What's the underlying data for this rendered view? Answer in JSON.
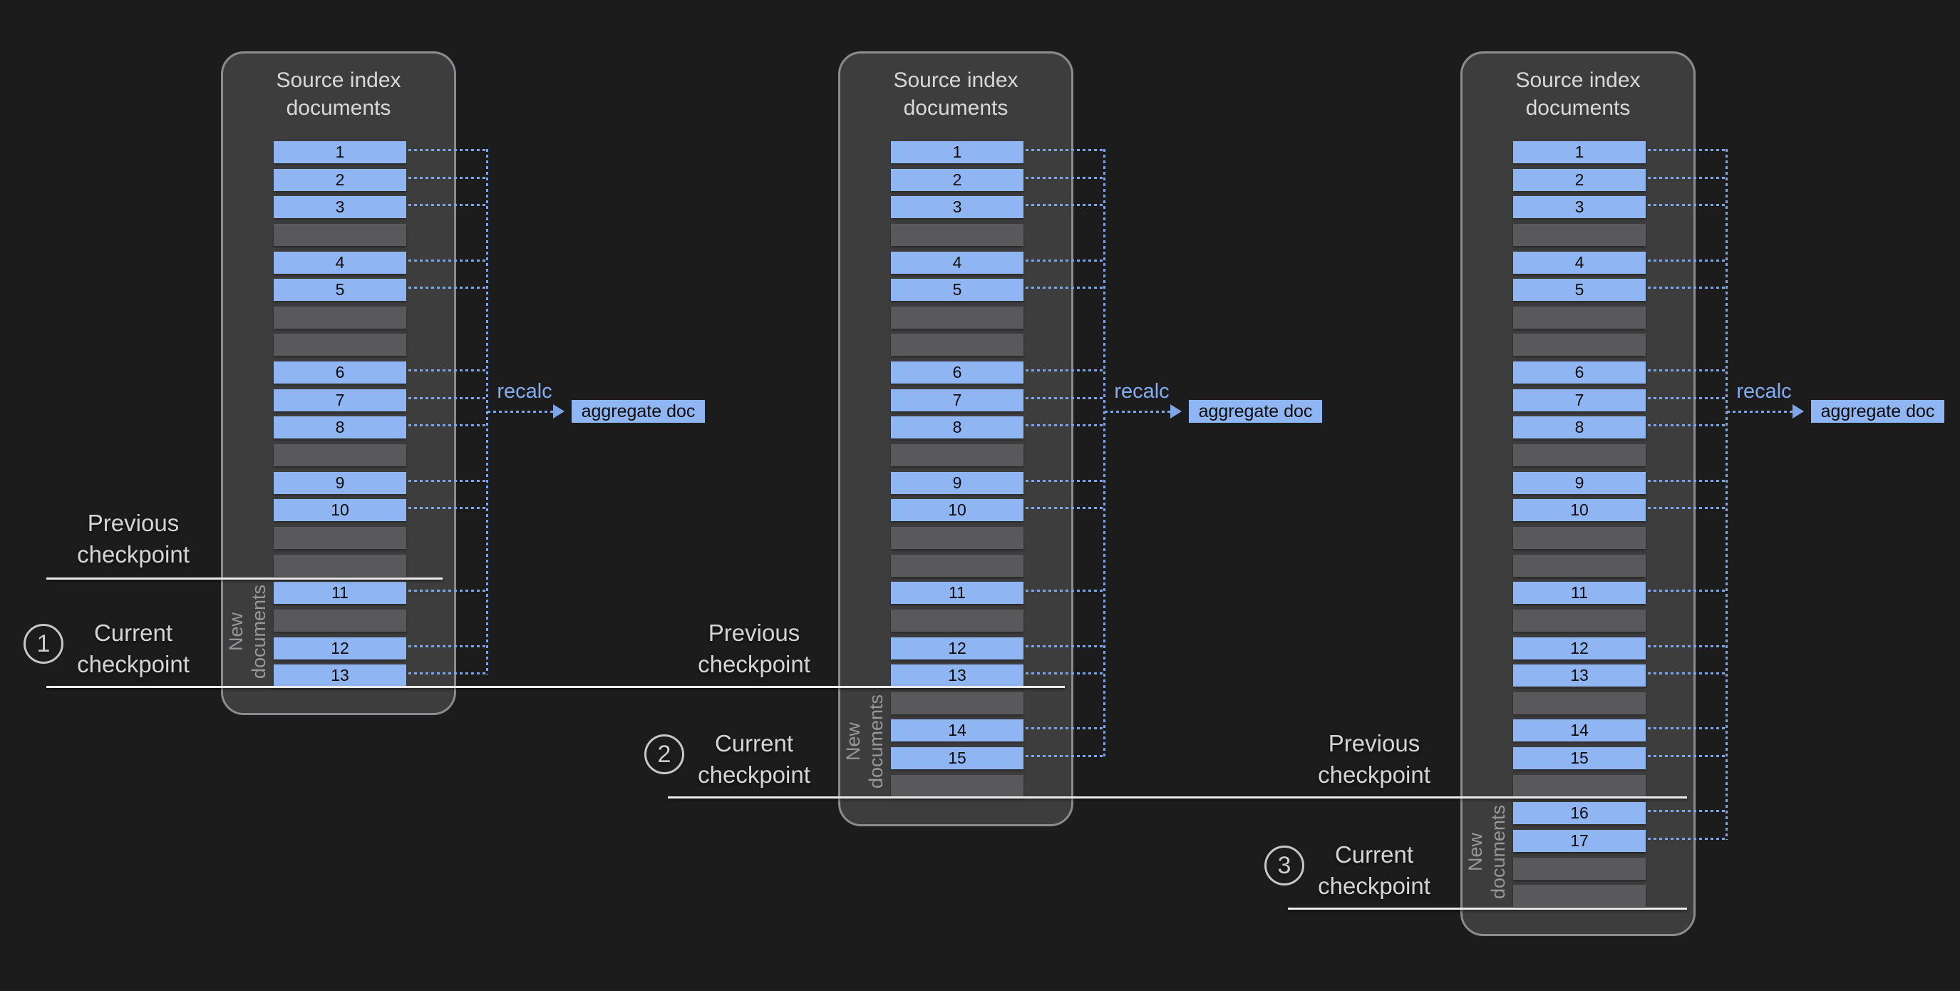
{
  "canvas": {
    "bg": "#1c1c1c"
  },
  "colors": {
    "panel_fill": "#3d3d3e",
    "panel_border": "#8b8b90",
    "doc_blue": "#8fb5f2",
    "doc_gray": "#59595b",
    "connector_blue": "#7ca6e8",
    "checkpoint_line": "#ebebeb",
    "label_text": "#d5d5d5",
    "title_text": "#d8d8d8",
    "new_docs_text": "#97989a",
    "recalc_text": "#84adf2",
    "doc_number_text": "#0b0b0b"
  },
  "panels": [
    {
      "title": [
        "Source index",
        "documents"
      ],
      "rows": [
        "1",
        "2",
        "3",
        null,
        "4",
        "5",
        null,
        null,
        "6",
        "7",
        "8",
        null,
        "9",
        "10",
        null,
        null,
        "11",
        null,
        "12",
        "13"
      ],
      "new_documents": [
        "New",
        "documents"
      ],
      "recalc": "recalc",
      "aggregate": "aggregate doc"
    },
    {
      "title": [
        "Source index",
        "documents"
      ],
      "rows": [
        "1",
        "2",
        "3",
        null,
        "4",
        "5",
        null,
        null,
        "6",
        "7",
        "8",
        null,
        "9",
        "10",
        null,
        null,
        "11",
        null,
        "12",
        "13",
        null,
        "14",
        "15",
        null
      ],
      "new_documents": [
        "New",
        "documents"
      ],
      "recalc": "recalc",
      "aggregate": "aggregate doc"
    },
    {
      "title": [
        "Source index",
        "documents"
      ],
      "rows": [
        "1",
        "2",
        "3",
        null,
        "4",
        "5",
        null,
        null,
        "6",
        "7",
        "8",
        null,
        "9",
        "10",
        null,
        null,
        "11",
        null,
        "12",
        "13",
        null,
        "14",
        "15",
        null,
        "16",
        "17",
        null,
        null
      ],
      "new_documents": [
        "New",
        "documents"
      ],
      "recalc": "recalc",
      "aggregate": "aggregate doc"
    }
  ],
  "checkpoints": [
    {
      "label": [
        "Previous",
        "checkpoint"
      ],
      "badge": null
    },
    {
      "label": [
        "Current",
        "checkpoint"
      ],
      "badge": "1"
    },
    {
      "label": [
        "Previous",
        "checkpoint"
      ],
      "badge": null
    },
    {
      "label": [
        "Current",
        "checkpoint"
      ],
      "badge": "2"
    },
    {
      "label": [
        "Previous",
        "checkpoint"
      ],
      "badge": null
    },
    {
      "label": [
        "Current",
        "checkpoint"
      ],
      "badge": "3"
    }
  ]
}
